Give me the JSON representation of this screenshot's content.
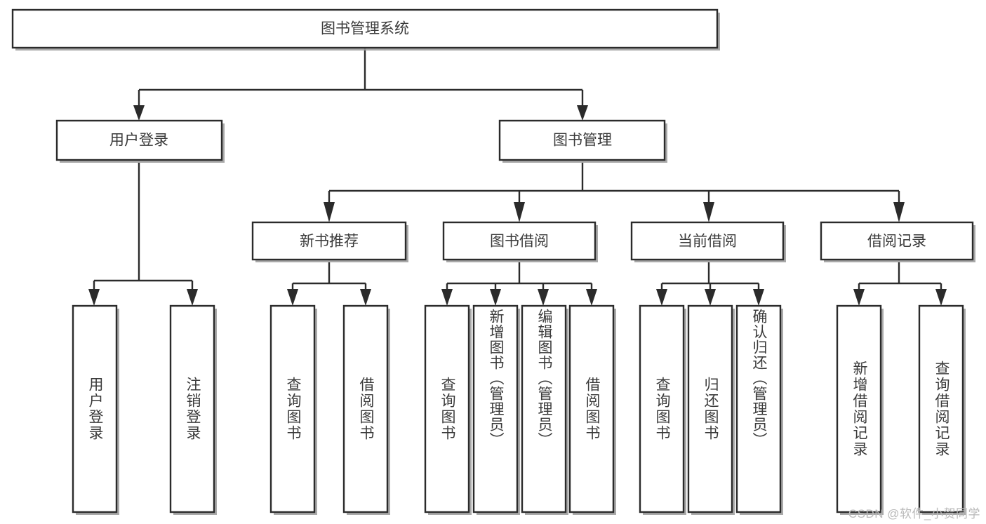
{
  "diagram": {
    "title": "图书管理系统",
    "type": "tree",
    "watermark": "CSDN @软件_小贺同学",
    "colors": {
      "background": "#ffffff",
      "box_fill": "#ffffff",
      "box_stroke": "#2b2b2b",
      "connector": "#2b2b2b",
      "text": "#3a3a3a",
      "shadow": "#9a9a9a",
      "watermark": "#b9b9b9"
    },
    "root": {
      "label": "图书管理系统"
    },
    "level1": [
      {
        "label": "用户登录"
      },
      {
        "label": "图书管理"
      }
    ],
    "level2": [
      {
        "label": "新书推荐",
        "parent": "图书管理"
      },
      {
        "label": "图书借阅",
        "parent": "图书管理"
      },
      {
        "label": "当前借阅",
        "parent": "图书管理"
      },
      {
        "label": "借阅记录",
        "parent": "图书管理"
      }
    ],
    "leaves": {
      "user_login": [
        {
          "label": "用户登录"
        },
        {
          "label": "注销登录"
        }
      ],
      "new_book_recommend": [
        {
          "label": "查询图书"
        },
        {
          "label": "借阅图书"
        }
      ],
      "book_borrow": [
        {
          "label": "查询图书"
        },
        {
          "label": "新增图书（管理员）"
        },
        {
          "label": "编辑图书（管理员）"
        },
        {
          "label": "借阅图书"
        }
      ],
      "current_borrow": [
        {
          "label": "查询图书"
        },
        {
          "label": "归还图书"
        },
        {
          "label": "确认归还（管理员）"
        }
      ],
      "borrow_record": [
        {
          "label": "新增借阅记录"
        },
        {
          "label": "查询借阅记录"
        }
      ]
    }
  }
}
